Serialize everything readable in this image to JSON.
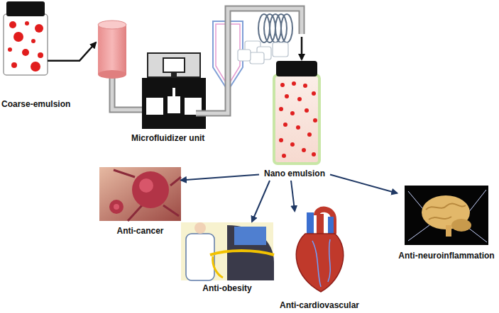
{
  "diagram": {
    "nodes": [
      {
        "text": [
          "Coarse-emulsion"
        ]
      },
      {
        "text": [
          "Microfluidizer unit"
        ]
      },
      {
        "text": [
          "Nano emulsion"
        ]
      },
      {
        "text": [
          "Anti-cancer"
        ]
      },
      {
        "text": [
          "Anti-obesity"
        ]
      },
      {
        "text": [
          "Anti-cardiovascular"
        ]
      },
      {
        "text": [
          "Anti-neuroinflammation"
        ]
      }
    ],
    "edges": [
      {
        "from": 0,
        "to": 1,
        "arrow": "to"
      },
      {
        "from": 1,
        "to": 2,
        "arrow": "to"
      },
      {
        "from": 2,
        "to": 3,
        "arrow": "to"
      },
      {
        "from": 2,
        "to": 4,
        "arrow": "to"
      },
      {
        "from": 2,
        "to": 5,
        "arrow": "to"
      },
      {
        "from": 2,
        "to": 6,
        "arrow": "to"
      }
    ]
  }
}
